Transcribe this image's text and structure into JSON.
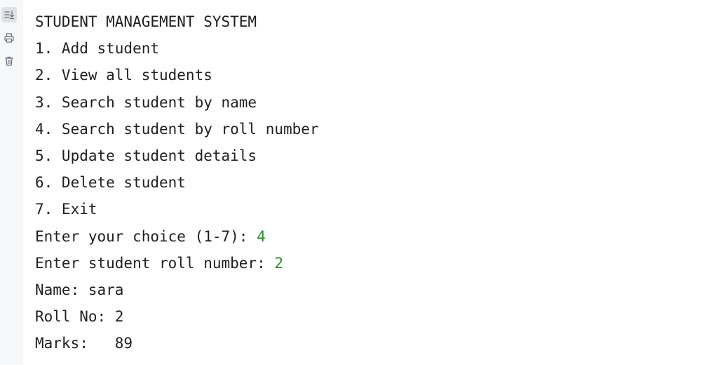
{
  "gutter": {
    "icons": [
      {
        "name": "scroll-to-end-icon",
        "active": true
      },
      {
        "name": "print-icon",
        "active": false
      },
      {
        "name": "clear-all-icon",
        "active": false
      }
    ]
  },
  "colors": {
    "text": "#1f1f1f",
    "user_input": "#2a8a2a",
    "gutter_bg": "#f7f8fa"
  },
  "console": {
    "lines": [
      {
        "text": "STUDENT MANAGEMENT SYSTEM"
      },
      {
        "text": "1. Add student"
      },
      {
        "text": "2. View all students"
      },
      {
        "text": "3. Search student by name"
      },
      {
        "text": "4. Search student by roll number"
      },
      {
        "text": "5. Update student details"
      },
      {
        "text": "6. Delete student"
      },
      {
        "text": "7. Exit"
      },
      {
        "text": "Enter your choice (1-7): ",
        "input": "4"
      },
      {
        "text": "Enter student roll number: ",
        "input": "2"
      },
      {
        "text": "Name: sara"
      },
      {
        "text": "Roll No: 2"
      },
      {
        "text": "Marks:   89"
      }
    ]
  }
}
